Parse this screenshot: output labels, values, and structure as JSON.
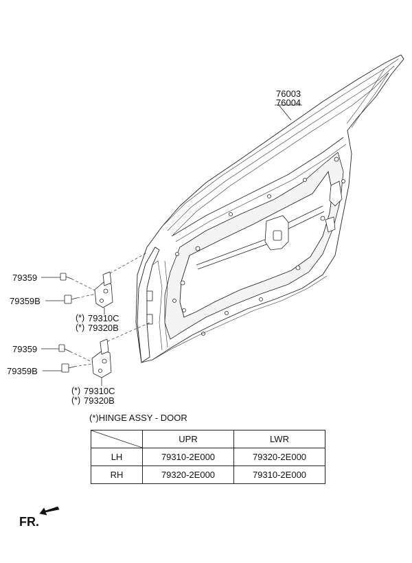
{
  "parts": {
    "door_panel_1": "76003",
    "door_panel_2": "76004",
    "bolt_upper": "79359",
    "bolt_b_upper": "79359B",
    "hinge_upper_1": "79310C",
    "hinge_upper_2": "79320B",
    "bolt_lower": "79359",
    "bolt_b_lower": "79359B",
    "hinge_lower_1": "79310C",
    "hinge_lower_2": "79320B",
    "marker": "(*)"
  },
  "table": {
    "caption_marker": "(*)",
    "caption": "HINGE ASSY - DOOR",
    "headers": [
      "",
      "UPR",
      "LWR"
    ],
    "rows": [
      [
        "LH",
        "79310-2E000",
        "79320-2E000"
      ],
      [
        "RH",
        "79320-2E000",
        "79310-2E000"
      ]
    ]
  },
  "direction": {
    "label": "FR."
  }
}
